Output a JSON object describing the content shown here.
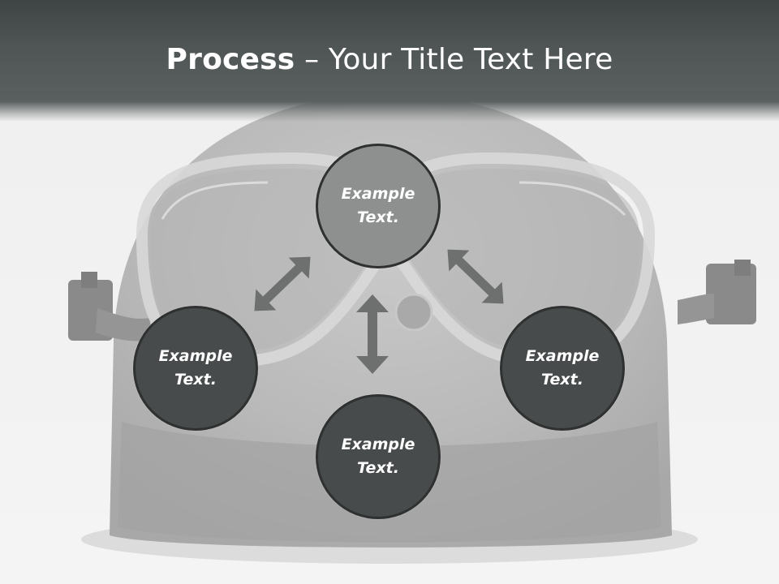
{
  "title": {
    "bold": "Process",
    "separator": " – ",
    "rest": "Your Title Text Here"
  },
  "nodes": {
    "top": {
      "line1": "Example",
      "line2": "Text."
    },
    "left": {
      "line1": "Example",
      "line2": "Text."
    },
    "bottom": {
      "line1": "Example",
      "line2": "Text."
    },
    "right": {
      "line1": "Example",
      "line2": "Text."
    }
  },
  "colors": {
    "title_band": "#4f5555",
    "node_highlight": "#8e9090",
    "node_dark": "#474b4b",
    "arrow": "#6e7070"
  }
}
